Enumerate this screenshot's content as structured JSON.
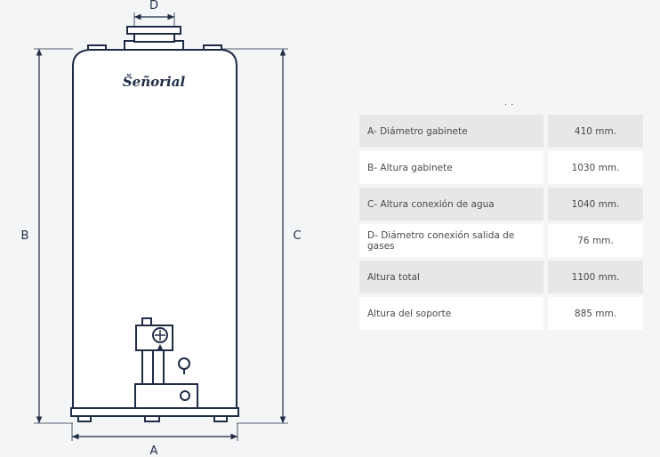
{
  "diagram": {
    "brand": "Šeñorial",
    "labels": {
      "a": "A",
      "b": "B",
      "c": "C",
      "d": "D"
    },
    "colors": {
      "stroke": "#1f2c45",
      "fill": "#ffffff",
      "background": "#f4f5f7"
    }
  },
  "table_marker": ". .",
  "specs": [
    {
      "name": "A- Diámetro gabinete",
      "value": "410 mm."
    },
    {
      "name": "B- Altura gabinete",
      "value": "1030 mm."
    },
    {
      "name": "C- Altura conexión de agua",
      "value": "1040 mm."
    },
    {
      "name": "D- Diámetro conexión salida de gases",
      "value": "76 mm."
    },
    {
      "name": "Altura total",
      "value": "1100 mm."
    },
    {
      "name": "Altura del soporte",
      "value": "885 mm."
    }
  ]
}
